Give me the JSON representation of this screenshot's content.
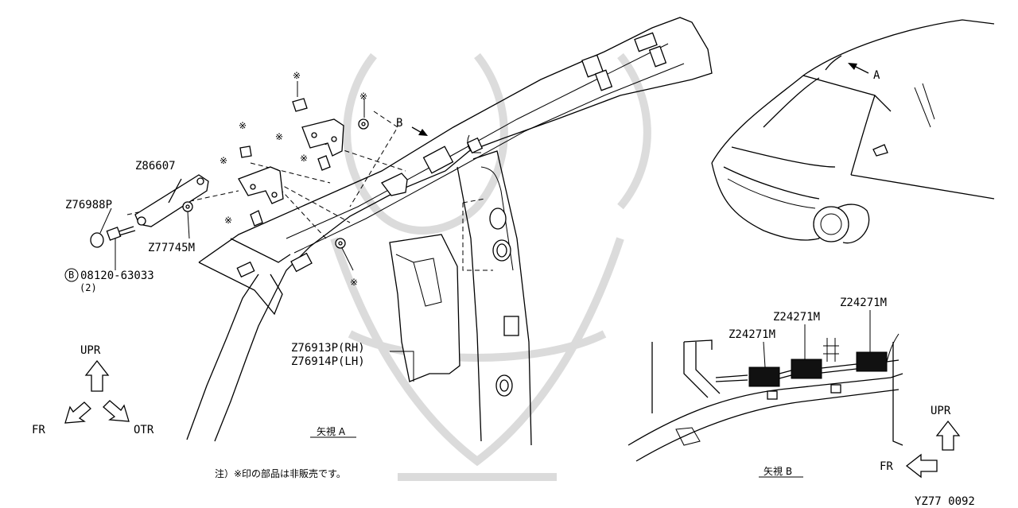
{
  "labels": {
    "z86607": "Z86607",
    "z76988p": "Z76988P",
    "z77745m": "Z77745M",
    "bolt_code": "08120-63033",
    "bolt_qty": "(2)",
    "bolt_badge": "B",
    "z76913p": "Z76913P(RH)",
    "z76914p": "Z76914P(LH)",
    "z24271m_1": "Z24271M",
    "z24271m_2": "Z24271M",
    "z24271m_3": "Z24271M",
    "arrow_a": "A",
    "arrow_b": "B",
    "view_a": "矢視 A",
    "view_b": "矢視 B",
    "note": "注）※印の部品は非販売です。",
    "diagram_code": "YZ77 0092",
    "star": "※"
  },
  "orientation_left": {
    "up": "UPR",
    "front": "FR",
    "outer": "OTR"
  },
  "orientation_right": {
    "up": "UPR",
    "front": "FR"
  }
}
